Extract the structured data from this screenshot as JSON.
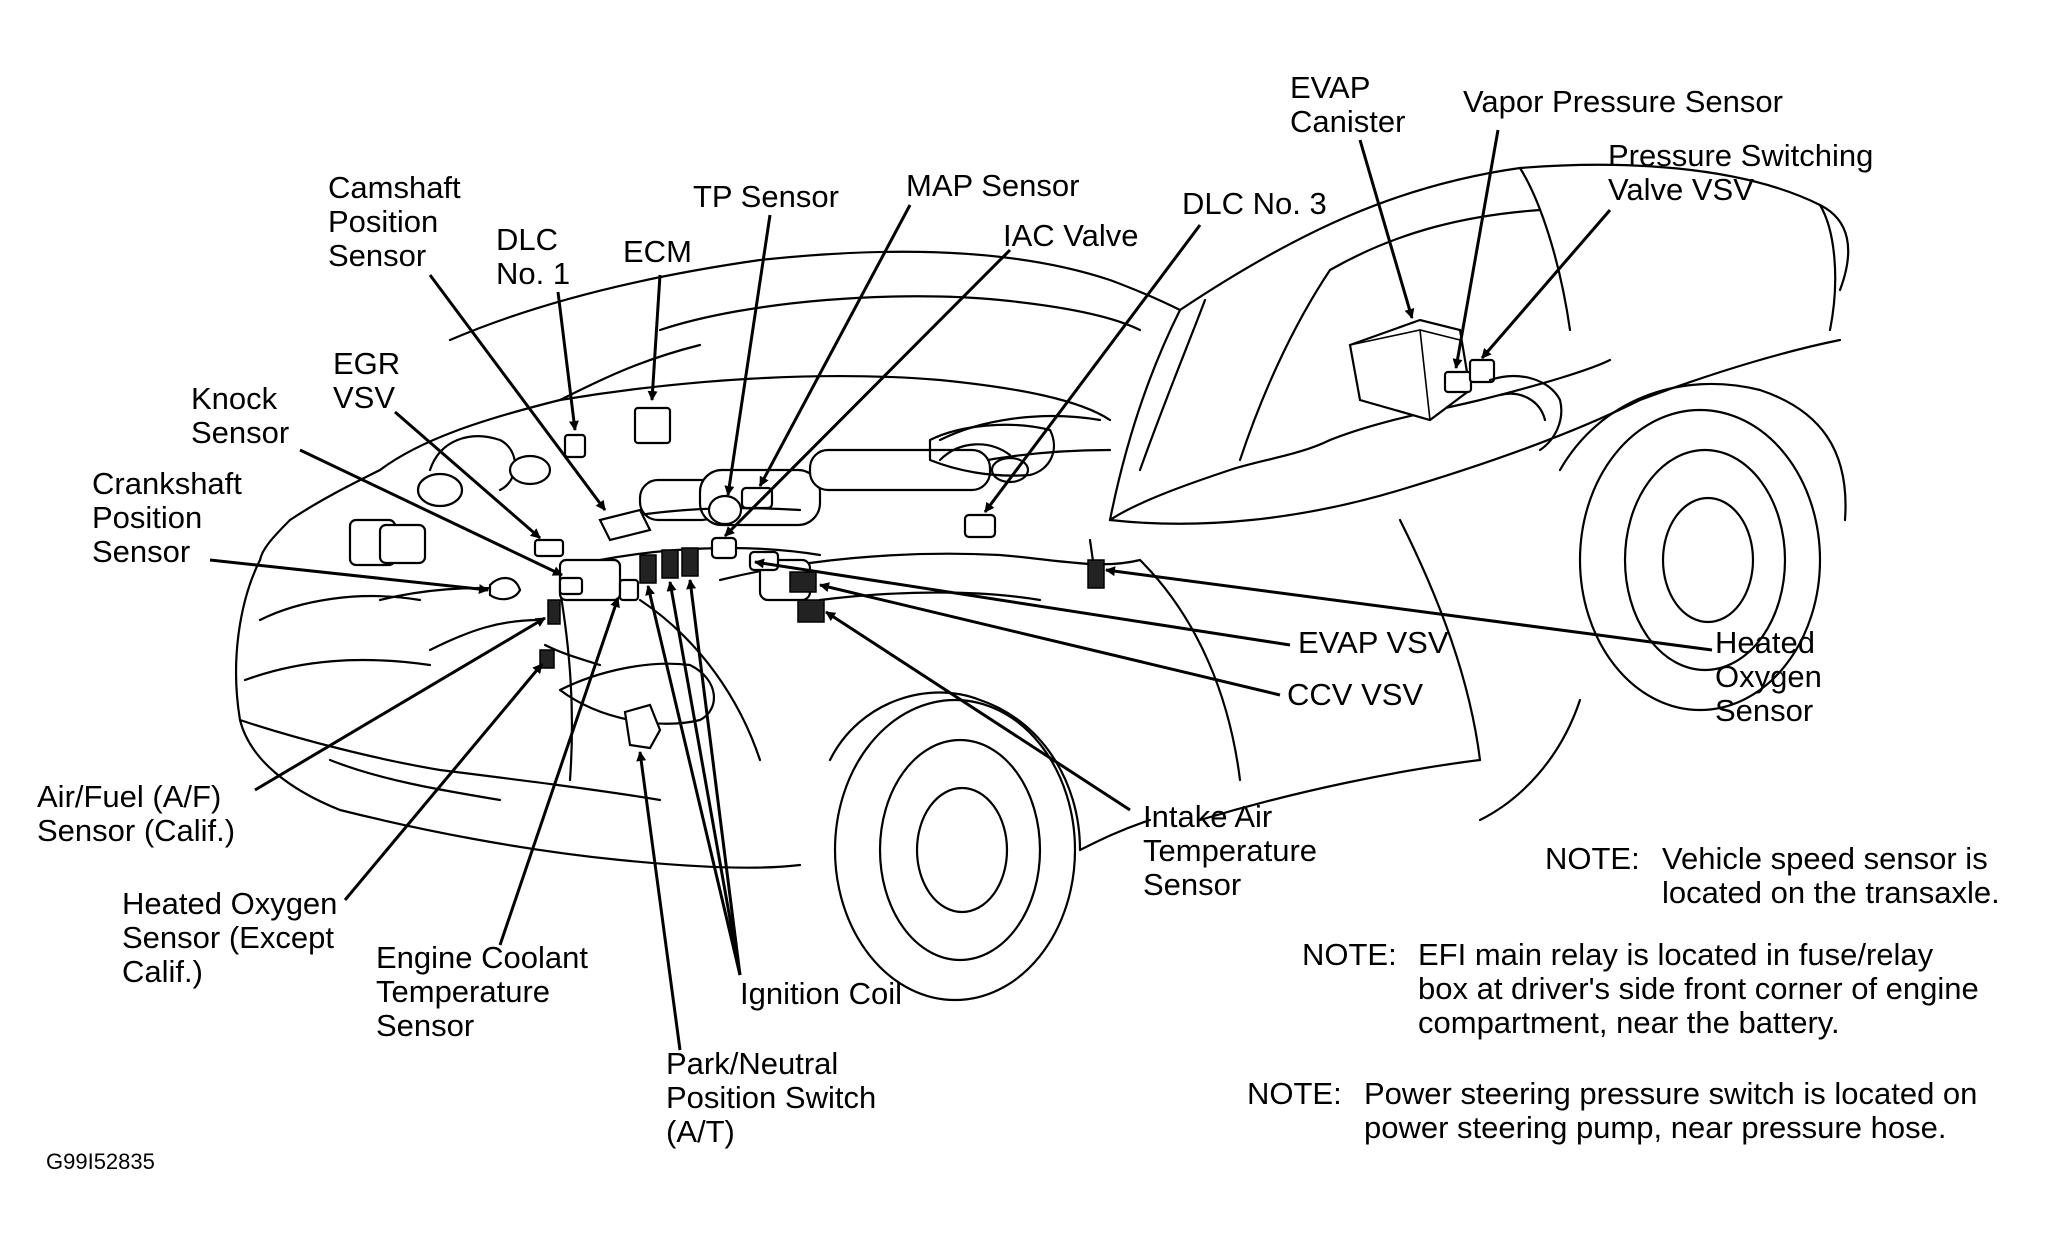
{
  "labels": {
    "camshaft": [
      "Camshaft",
      "Position",
      "Sensor"
    ],
    "dlc1": [
      "DLC",
      "No. 1"
    ],
    "ecm": [
      "ECM"
    ],
    "tp": [
      "TP Sensor"
    ],
    "map": [
      "MAP Sensor"
    ],
    "iac": [
      "IAC Valve"
    ],
    "dlc3": [
      "DLC No. 3"
    ],
    "evap_canister": [
      "EVAP",
      "Canister"
    ],
    "vapor": [
      "Vapor Pressure Sensor"
    ],
    "psv": [
      "Pressure Switching",
      "Valve VSV"
    ],
    "egr": [
      "EGR",
      "VSV"
    ],
    "knock": [
      "Knock",
      "Sensor"
    ],
    "crank": [
      "Crankshaft",
      "Position",
      "Sensor"
    ],
    "evap_vsv": [
      "EVAP VSV"
    ],
    "ccv": [
      "CCV VSV"
    ],
    "ho2_right": [
      "Heated",
      "Oxygen",
      "Sensor"
    ],
    "af": [
      "Air/Fuel (A/F)",
      "Sensor (Calif.)"
    ],
    "ho2_left": [
      "Heated Oxygen",
      "Sensor (Except",
      "Calif.)"
    ],
    "ect": [
      "Engine Coolant",
      "Temperature",
      "Sensor"
    ],
    "ignition": [
      "Ignition Coil"
    ],
    "pnp": [
      "Park/Neutral",
      "Position Switch",
      "(A/T)"
    ],
    "iat": [
      "Intake Air",
      "Temperature",
      "Sensor"
    ]
  },
  "notes": [
    {
      "prefix": "NOTE:",
      "lines": [
        "Vehicle speed sensor is",
        "located on the transaxle."
      ]
    },
    {
      "prefix": "NOTE:",
      "lines": [
        "EFI main relay is located in fuse/relay",
        "box at driver's side front corner of engine",
        "compartment, near the battery."
      ]
    },
    {
      "prefix": "NOTE:",
      "lines": [
        "Power steering pressure switch is located on",
        "power steering pump, near pressure hose."
      ]
    }
  ],
  "figure_id": "G99I52835"
}
